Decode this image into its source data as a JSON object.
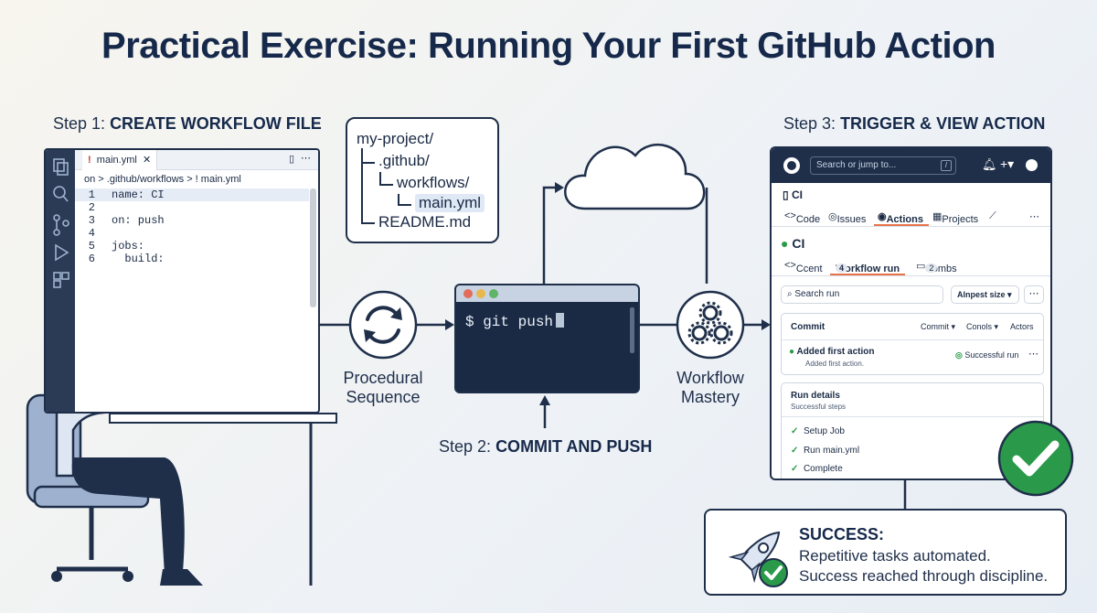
{
  "title": "Practical Exercise: Running Your First GitHub Action",
  "step1": {
    "prefix": "Step 1:",
    "label": "CREATE WORKFLOW FILE"
  },
  "step2": {
    "prefix": "Step 2:",
    "label": "COMMIT AND PUSH"
  },
  "step3": {
    "prefix": "Step 3:",
    "label": "TRIGGER & VIEW ACTION"
  },
  "editor": {
    "tab": "main.yml",
    "tab_marker": "!",
    "breadcrumb": "on > .github/workflows >  !  main.yml",
    "lines": [
      {
        "n": "1",
        "t": "name: CI"
      },
      {
        "n": "2",
        "t": ""
      },
      {
        "n": "3",
        "t": "on: push"
      },
      {
        "n": "4",
        "t": ""
      },
      {
        "n": "5",
        "t": "jobs:"
      },
      {
        "n": "6",
        "t": "  build:"
      }
    ]
  },
  "tree": {
    "root": "my-project/",
    "github": ".github/",
    "workflows": "workflows/",
    "file": "main.yml",
    "readme": "README.md"
  },
  "terminal": {
    "command": "$ git push"
  },
  "procedural": {
    "line1": "Procedural",
    "line2": "Sequence"
  },
  "workflow": {
    "line1": "Workflow",
    "line2": "Mastery"
  },
  "github": {
    "search_placeholder": "Search or jump to...",
    "kbd": "/",
    "repo": "CI",
    "nav": [
      "Code",
      "Issues",
      "Actions",
      "Projects"
    ],
    "status_title": "CI",
    "subtabs": {
      "a": "Ccent",
      "b": "Workflow run",
      "b_count": "4",
      "c": "Sombs",
      "c_count": "2"
    },
    "search_run": "Search run",
    "sort": "Alnpest size",
    "commit_header": "Commit",
    "commit_cols": [
      "Commit",
      "Conols",
      "Actors"
    ],
    "commit_title": "Added first action",
    "commit_sub": "Added first action.",
    "commit_status": "Successful run",
    "run_details": "Run details",
    "run_sub": "Successful steps",
    "steps": [
      "Setup Job",
      "Run main.yml",
      "Complete"
    ]
  },
  "success": {
    "heading": "SUCCESS:",
    "line1": "Repetitive tasks automated.",
    "line2": "Success reached through discipline."
  },
  "colors": {
    "navy": "#1f2f4a",
    "green": "#2a9a4a",
    "accent": "#e8734a"
  }
}
